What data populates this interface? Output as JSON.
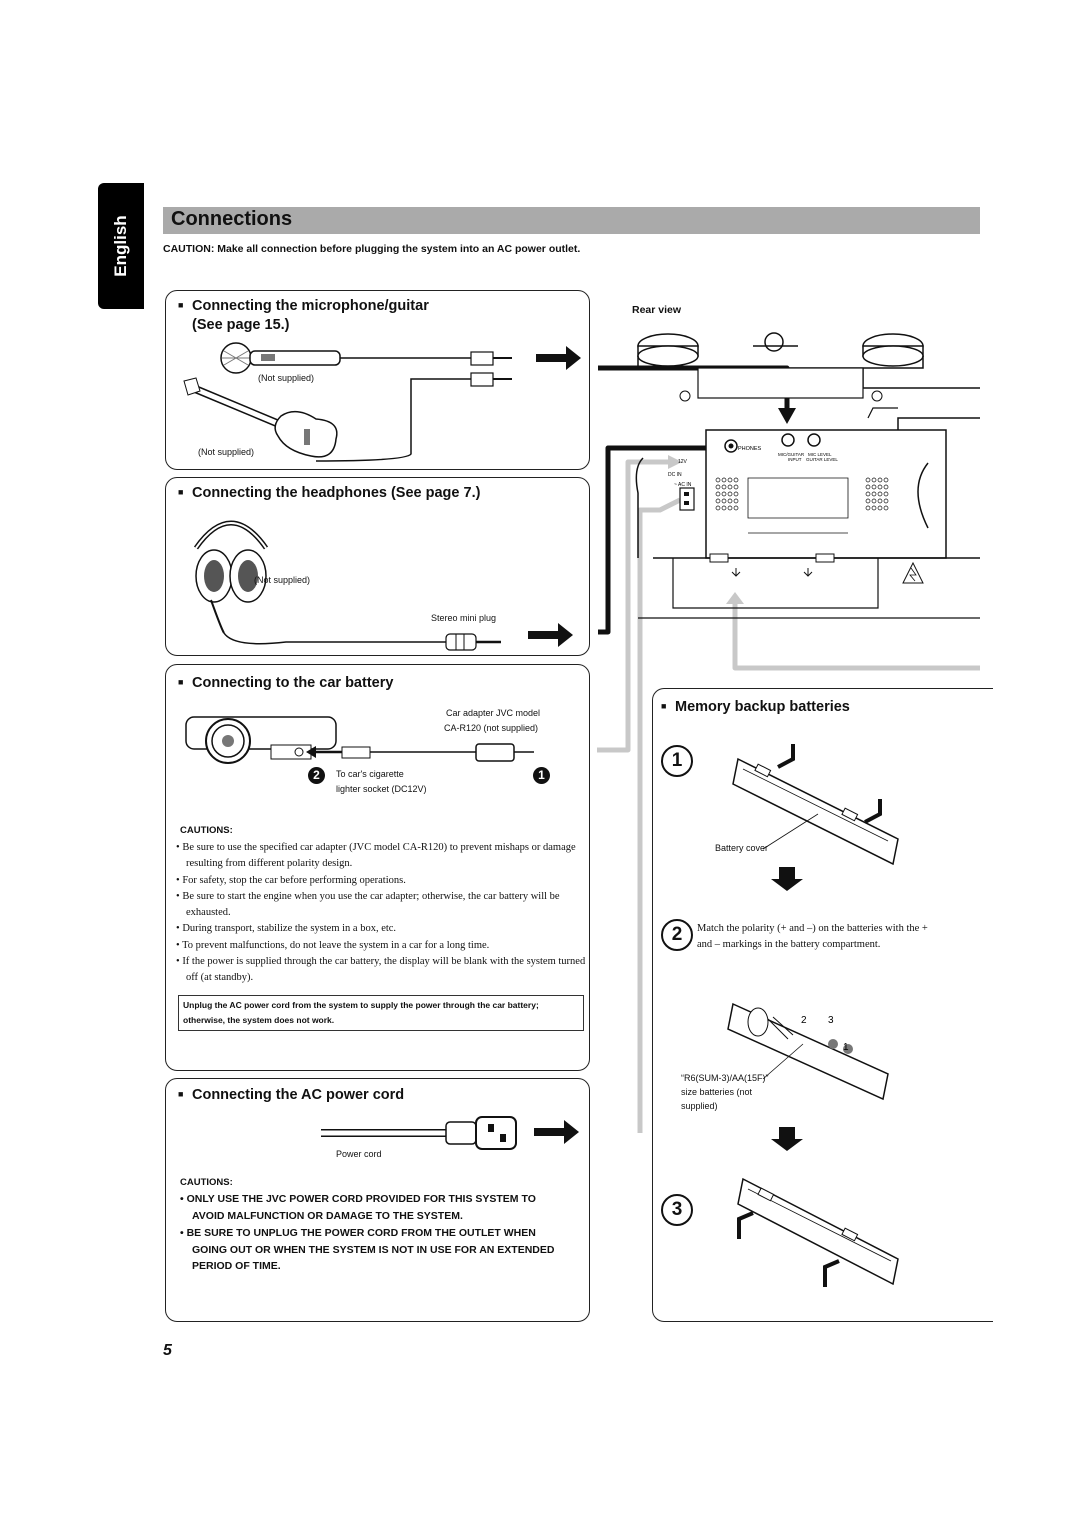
{
  "sidebar": {
    "language": "English"
  },
  "header": {
    "title": "Connections",
    "caution": "CAUTION: Make all connection before plugging the system into an AC power outlet."
  },
  "mic_panel": {
    "heading_line1": "Connecting the microphone/guitar",
    "heading_line2": "(See page 15.)",
    "mic_note": "(Not supplied)",
    "guitar_note": "(Not supplied)"
  },
  "headphones_panel": {
    "heading": "Connecting the headphones (See page 7.)",
    "note": "(Not supplied)",
    "plug_label": "Stereo mini plug"
  },
  "car_panel": {
    "heading": "Connecting to the car battery",
    "adapter_line1": "Car adapter JVC model",
    "adapter_line2": "CA-R120 (not supplied)",
    "socket_line1": "To car's cigarette",
    "socket_line2": "lighter socket (DC12V)",
    "step1": "1",
    "step2": "2",
    "cautions_heading": "CAUTIONS:",
    "cautions": [
      "Be sure to use the specified car adapter (JVC model CA-R120) to prevent mishaps or damage resulting from different polarity design.",
      "For safety, stop the car before performing operations.",
      "Be sure to start the engine when you use the car adapter; otherwise, the car battery will be exhausted.",
      "During transport, stabilize the system in a box, etc.",
      "To prevent malfunctions, do not leave the system in a car for a long time.",
      "If the power is supplied through the car battery, the display will be blank with the system turned off (at standby)."
    ],
    "boxed_note": "Unplug the AC power cord from the system to supply the power through the car battery; otherwise, the system does not work."
  },
  "ac_panel": {
    "heading": "Connecting the AC power cord",
    "cord_label": "Power cord",
    "cautions_heading": "CAUTIONS:",
    "cautions": [
      "ONLY USE THE JVC POWER CORD PROVIDED FOR THIS SYSTEM TO AVOID MALFUNCTION OR DAMAGE TO THE SYSTEM.",
      "BE SURE TO UNPLUG THE POWER CORD FROM THE OUTLET WHEN GOING OUT OR WHEN THE SYSTEM IS NOT IN USE FOR AN EXTENDED PERIOD OF TIME."
    ]
  },
  "rear_view": {
    "label": "Rear view",
    "phones": "PHONES",
    "mic_guitar": "MIC/GUITAR",
    "input": "INPUT",
    "mic_level": "MIC LEVEL",
    "guitar_level": "GUITAR LEVEL",
    "dc_in": "DC IN",
    "ac_in": "~ AC IN",
    "dc_12v": "12V"
  },
  "battery_panel": {
    "heading": "Memory backup batteries",
    "step1": "1",
    "step2": "2",
    "step3": "3",
    "battery_cover": "Battery cover",
    "polarity_text": "Match the polarity (+ and –) on the batteries with the + and – markings in the battery compartment.",
    "battery_note_line1": "“R6(SUM-3)/AA(15F)”",
    "battery_note_line2": "size batteries (not",
    "battery_note_line3": "supplied)",
    "marks": [
      "2",
      "3",
      "1"
    ]
  },
  "footer": {
    "page_number": "5"
  }
}
